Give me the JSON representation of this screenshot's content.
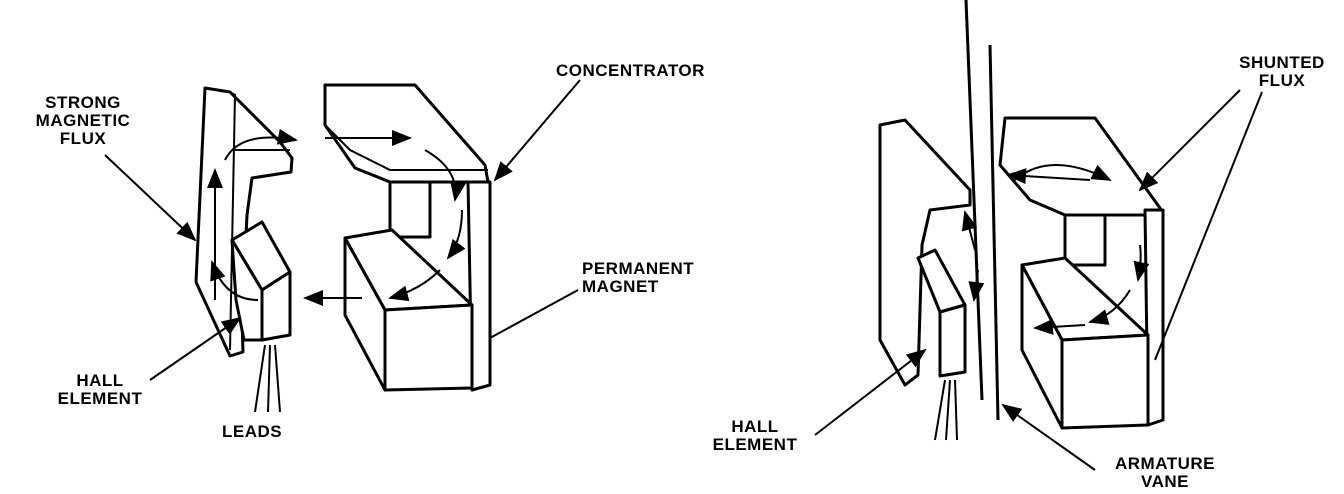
{
  "left_diagram": {
    "concentrator": "CONCENTRATOR",
    "flux": [
      "STRONG",
      "MAGNETIC",
      "FLUX"
    ],
    "magnet": [
      "PERMANENT",
      "MAGNET"
    ],
    "hall": [
      "HALL",
      "ELEMENT"
    ],
    "leads": "LEADS"
  },
  "right_diagram": {
    "shunted": [
      "SHUNTED",
      "FLUX"
    ],
    "hall": [
      "HALL",
      "ELEMENT"
    ],
    "vane": [
      "ARMATURE",
      "VANE"
    ]
  }
}
